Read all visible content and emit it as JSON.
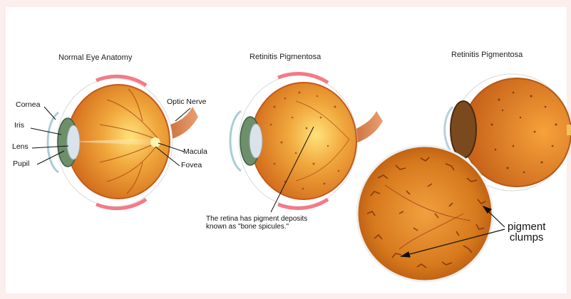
{
  "panels": {
    "normal": {
      "title": "Normal Eye Anatomy",
      "labels": {
        "cornea": "Cornea",
        "iris": "Iris",
        "lens": "Lens",
        "pupil": "Pupil",
        "optic_nerve": "Optic Nerve",
        "macula": "Macula",
        "fovea": "Fovea"
      }
    },
    "rp_cross_section": {
      "title": "Retinitis Pigmentosa",
      "caption_line1": "The retina has pigment deposits",
      "caption_line2": "known as \"bone spicules.\""
    },
    "rp_fundus": {
      "title": "Retinitis Pigmentosa",
      "callout_line1": "pigment",
      "callout_line2": "clumps"
    }
  },
  "colors": {
    "page_background": "#fbeeed",
    "card_background": "#ffffff",
    "retina_orange": "#e08a2c",
    "fundus_orange": "#d7781c"
  }
}
